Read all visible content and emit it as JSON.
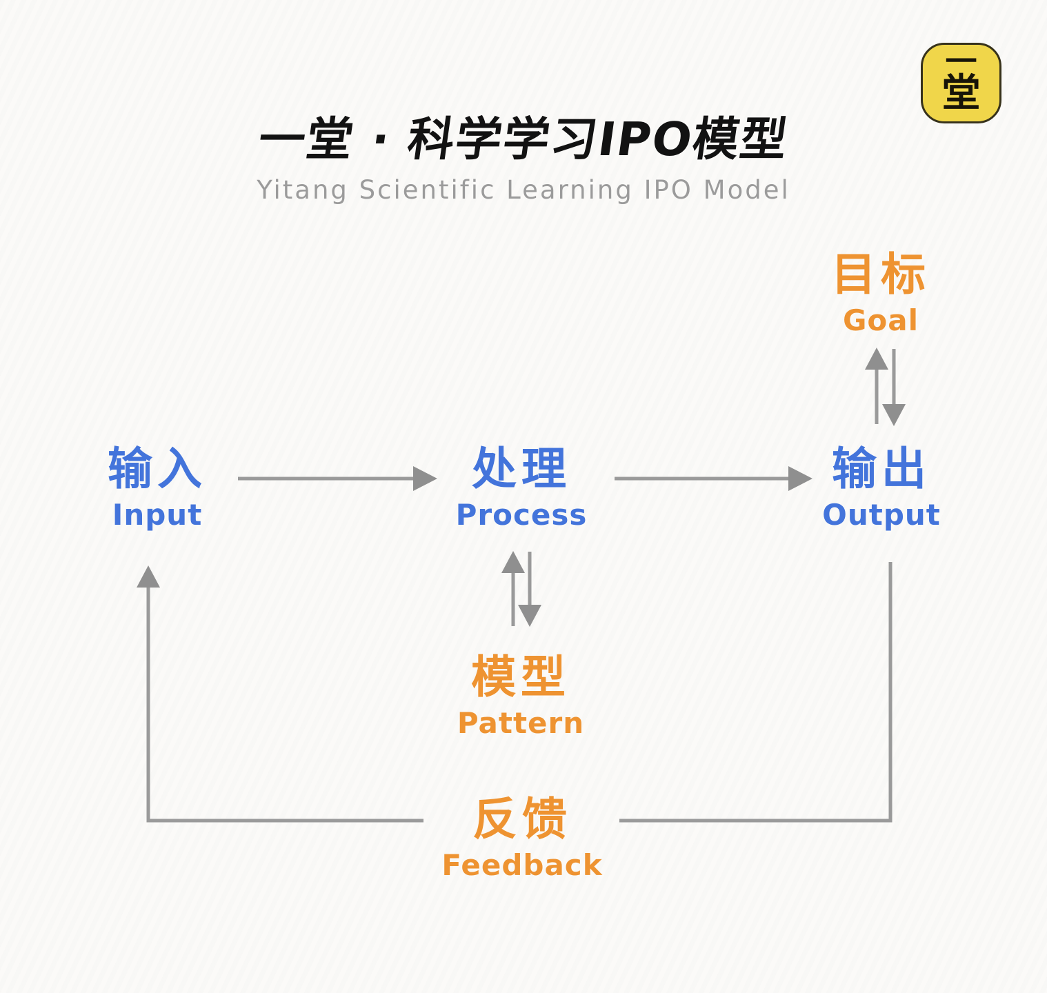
{
  "header": {
    "title": "一堂 · 科学学习IPO模型",
    "subtitle": "Yitang Scientific Learning IPO Model"
  },
  "logo": {
    "name": "Yitang",
    "char_top": "一",
    "char_bottom": "堂"
  },
  "nodes": {
    "input": {
      "zh": "输入",
      "en": "Input"
    },
    "process": {
      "zh": "处理",
      "en": "Process"
    },
    "output": {
      "zh": "输出",
      "en": "Output"
    },
    "goal": {
      "zh": "目标",
      "en": "Goal"
    },
    "pattern": {
      "zh": "模型",
      "en": "Pattern"
    },
    "feedback": {
      "zh": "反馈",
      "en": "Feedback"
    }
  },
  "connections": [
    {
      "from": "input",
      "to": "process",
      "style": "arrow"
    },
    {
      "from": "process",
      "to": "output",
      "style": "arrow"
    },
    {
      "from": "output",
      "to": "goal",
      "style": "double-arrow"
    },
    {
      "from": "process",
      "to": "pattern",
      "style": "double-arrow"
    },
    {
      "from": "output",
      "to": "input",
      "via": "feedback",
      "style": "loop-arrow"
    }
  ],
  "colors": {
    "blue": "#4374DB",
    "orange": "#EE9331",
    "arrow_gray": "#9A9A9A",
    "arrowhead_gray": "#8F8F8F",
    "title_black": "#121212",
    "subtitle_gray": "#9B9B9B",
    "logo_yellow": "#F0D64A",
    "logo_border": "#37321B",
    "background": "#FBFAF8"
  }
}
